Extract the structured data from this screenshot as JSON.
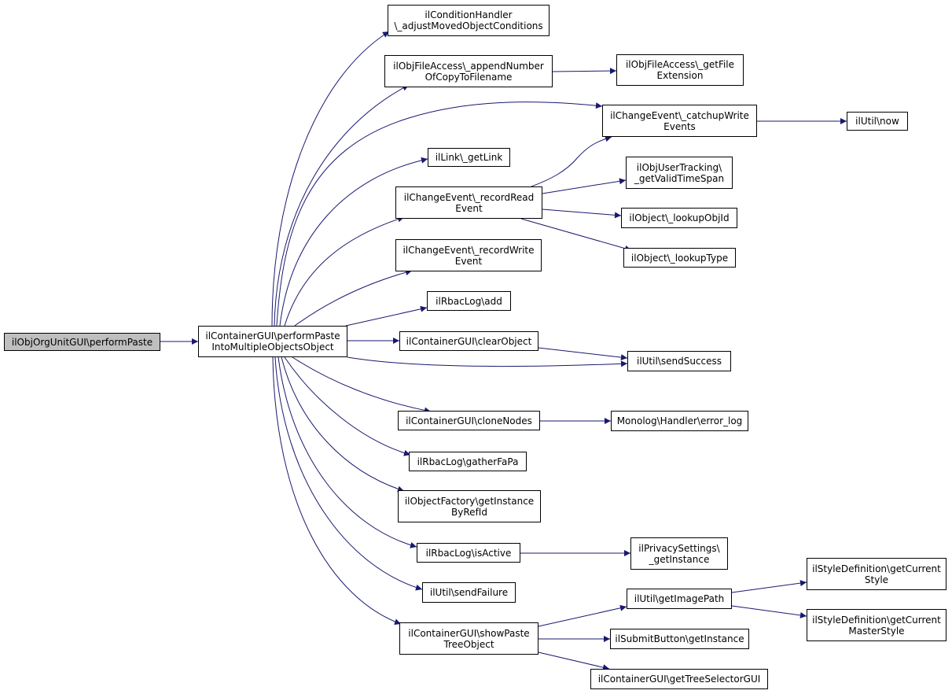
{
  "colors": {
    "edge": "#191970",
    "root_fill": "#bfbfbf",
    "node_fill": "#ffffff",
    "border": "#000000"
  },
  "nodes": {
    "root": {
      "lines": [
        "ilObjOrgUnitGUI\\performPaste"
      ]
    },
    "paste": {
      "lines": [
        "ilContainerGUI\\performPaste",
        "IntoMultipleObjectsObject"
      ]
    },
    "cond": {
      "lines": [
        "ilConditionHandler",
        "\\_adjustMovedObjectConditions"
      ]
    },
    "append": {
      "lines": [
        "ilObjFileAccess\\_appendNumber",
        "OfCopyToFilename"
      ]
    },
    "getext": {
      "lines": [
        "ilObjFileAccess\\_getFile",
        "Extension"
      ]
    },
    "catchup": {
      "lines": [
        "ilChangeEvent\\_catchupWrite",
        "Events"
      ]
    },
    "now": {
      "lines": [
        "ilUtil\\now"
      ]
    },
    "getlink": {
      "lines": [
        "ilLink\\_getLink"
      ]
    },
    "recread": {
      "lines": [
        "ilChangeEvent\\_recordRead",
        "Event"
      ]
    },
    "valid": {
      "lines": [
        "ilObjUserTracking\\",
        "_getValidTimeSpan"
      ]
    },
    "objid": {
      "lines": [
        "ilObject\\_lookupObjId"
      ]
    },
    "lktype": {
      "lines": [
        "ilObject\\_lookupType"
      ]
    },
    "recwrite": {
      "lines": [
        "ilChangeEvent\\_recordWrite",
        "Event"
      ]
    },
    "rbadd": {
      "lines": [
        "ilRbacLog\\add"
      ]
    },
    "clear": {
      "lines": [
        "ilContainerGUI\\clearObject"
      ]
    },
    "succ": {
      "lines": [
        "ilUtil\\sendSuccess"
      ]
    },
    "clone": {
      "lines": [
        "ilContainerGUI\\cloneNodes"
      ]
    },
    "monolog": {
      "lines": [
        "Monolog\\Handler\\error_log"
      ]
    },
    "fapa": {
      "lines": [
        "ilRbacLog\\gatherFaPa"
      ]
    },
    "factory": {
      "lines": [
        "ilObjectFactory\\getInstance",
        "ByRefId"
      ]
    },
    "active": {
      "lines": [
        "ilRbacLog\\isActive"
      ]
    },
    "privacy": {
      "lines": [
        "ilPrivacySettings\\",
        "_getInstance"
      ]
    },
    "fail": {
      "lines": [
        "ilUtil\\sendFailure"
      ]
    },
    "tree": {
      "lines": [
        "ilContainerGUI\\showPaste",
        "TreeObject"
      ]
    },
    "image": {
      "lines": [
        "ilUtil\\getImagePath"
      ]
    },
    "style": {
      "lines": [
        "ilStyleDefinition\\getCurrent",
        "Style"
      ]
    },
    "master": {
      "lines": [
        "ilStyleDefinition\\getCurrent",
        "MasterStyle"
      ]
    },
    "submit": {
      "lines": [
        "ilSubmitButton\\getInstance"
      ]
    },
    "selector": {
      "lines": [
        "ilContainerGUI\\getTreeSelectorGUI"
      ]
    }
  }
}
